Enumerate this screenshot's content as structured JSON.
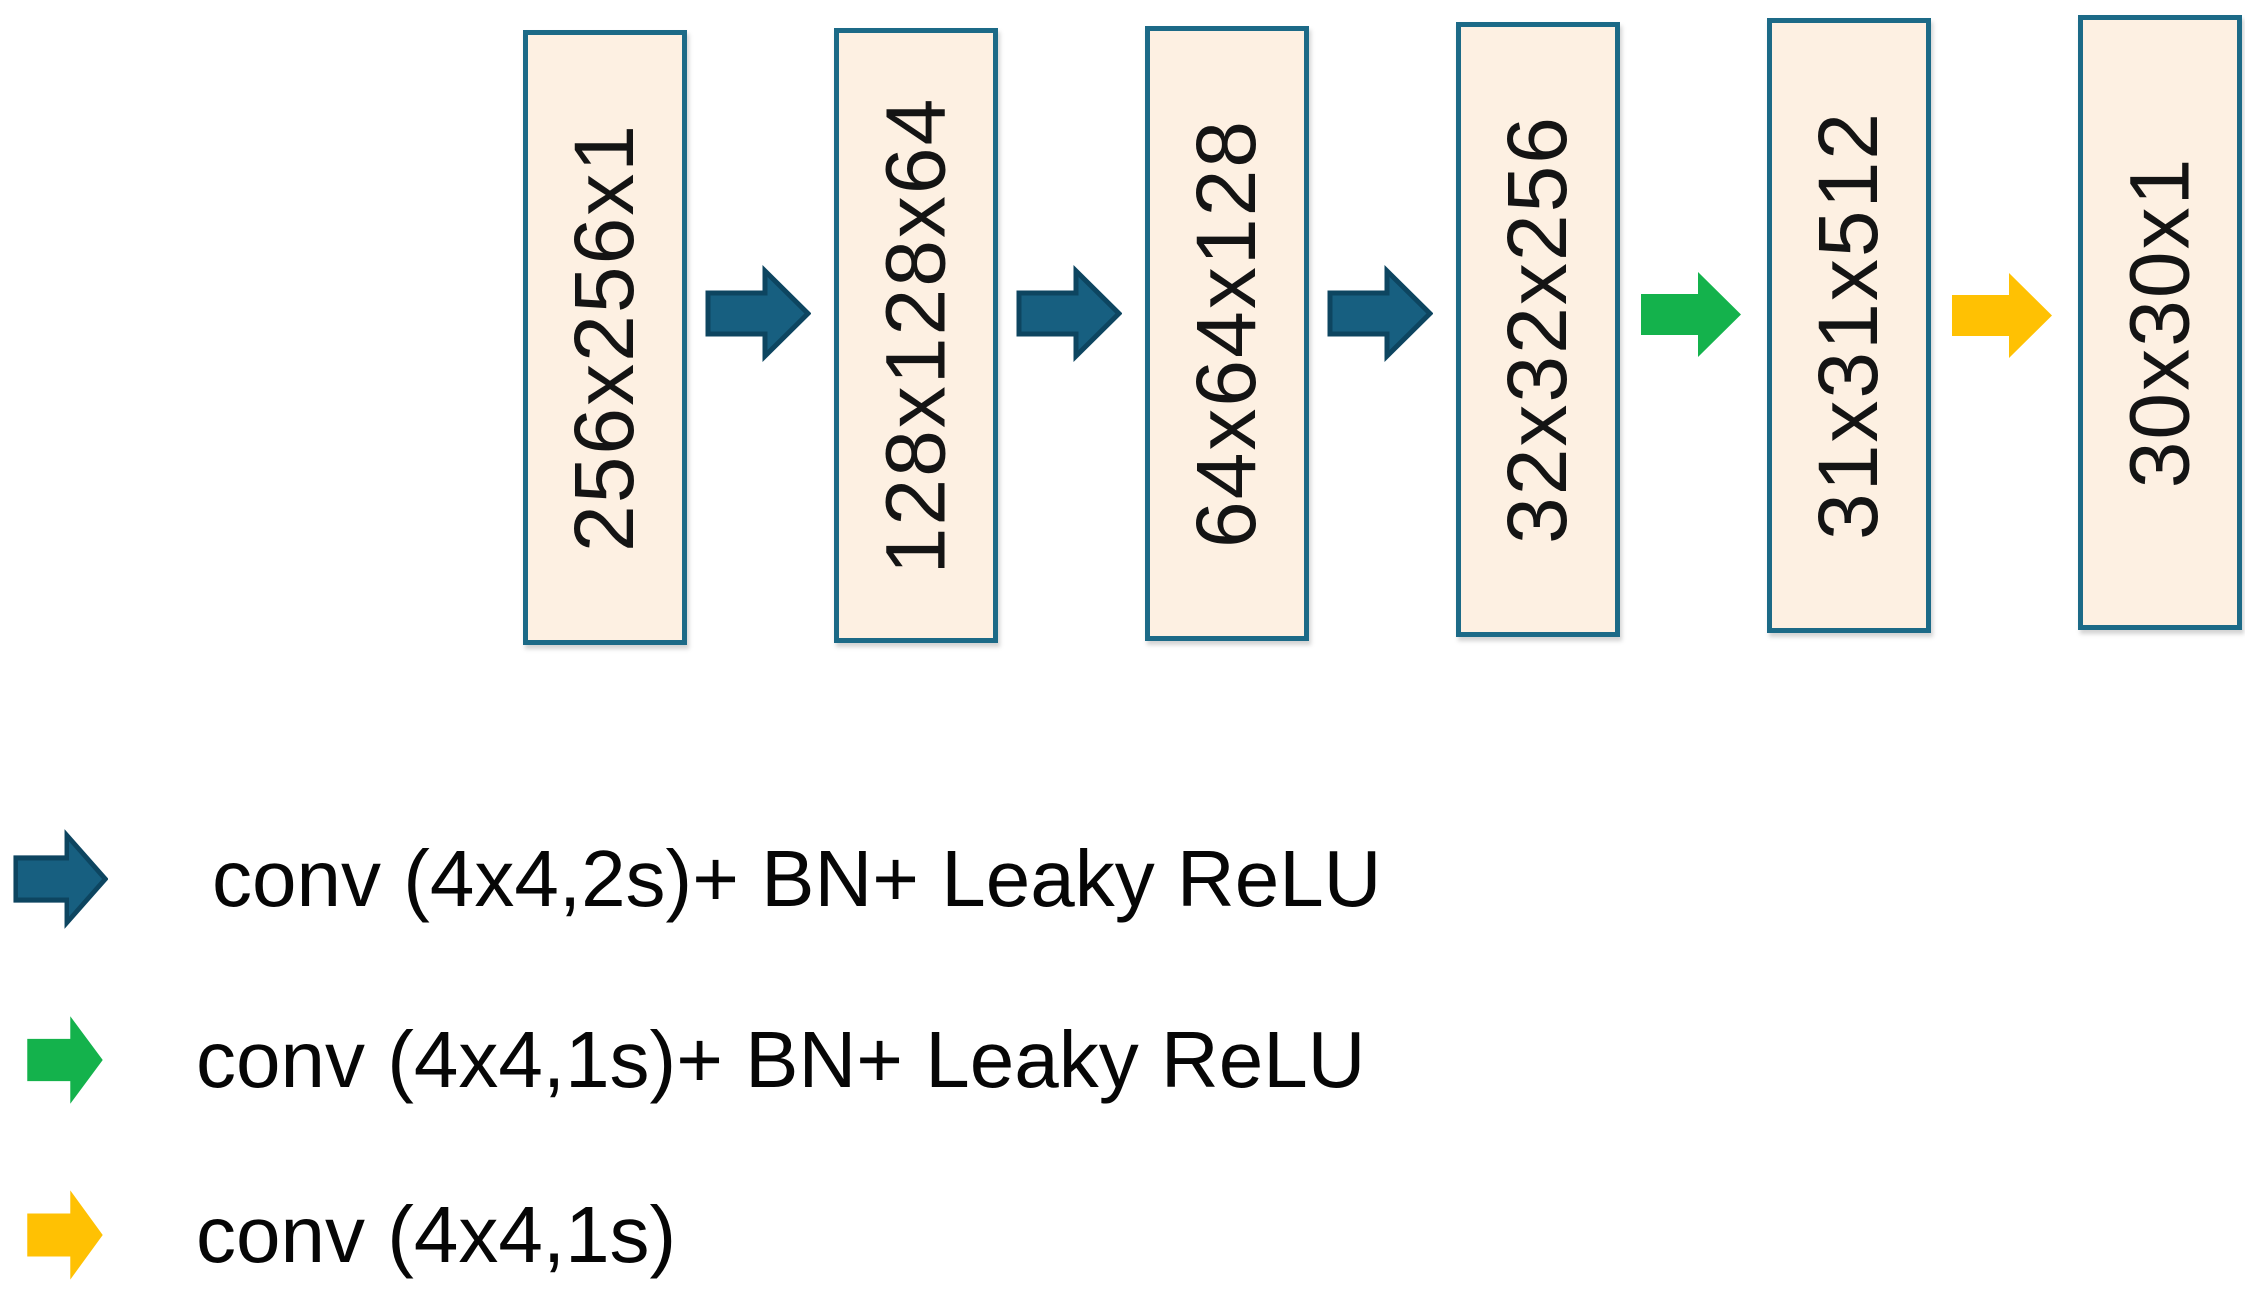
{
  "figure": {
    "kind": "cnn-architecture-diagram",
    "layers": [
      {
        "label": "256x256x1"
      },
      {
        "label": "128x128x64"
      },
      {
        "label": "64x64x128"
      },
      {
        "label": "32x32x256"
      },
      {
        "label": "31x31x512"
      },
      {
        "label": "30x30x1"
      }
    ],
    "connections": [
      {
        "color": "#175f80",
        "operation": "conv (4x4,2s)+ BN+ Leaky ReLU"
      },
      {
        "color": "#175f80",
        "operation": "conv (4x4,2s)+ BN+ Leaky ReLU"
      },
      {
        "color": "#175f80",
        "operation": "conv (4x4,2s)+ BN+ Leaky ReLU"
      },
      {
        "color": "#14b24c",
        "operation": "conv (4x4,1s)+ BN+ Leaky ReLU"
      },
      {
        "color": "#ffc103",
        "operation": "conv (4x4,1s)"
      }
    ],
    "legend": [
      {
        "color": "#175f80",
        "label": "conv (4x4,2s)+ BN+ Leaky ReLU"
      },
      {
        "color": "#14b24c",
        "label": "conv (4x4,1s)+ BN+ Leaky ReLU"
      },
      {
        "color": "#ffc103",
        "label": "conv (4x4,1s)"
      }
    ],
    "colors": {
      "background": "#ffffff",
      "box_fill": "#fdf0e2",
      "box_border": "#1c6a87",
      "arrow_blue": "#175f80",
      "arrow_blue_outline": "#0d4560",
      "arrow_green": "#14b24c",
      "arrow_yellow": "#ffc103",
      "text": "#111111"
    }
  }
}
